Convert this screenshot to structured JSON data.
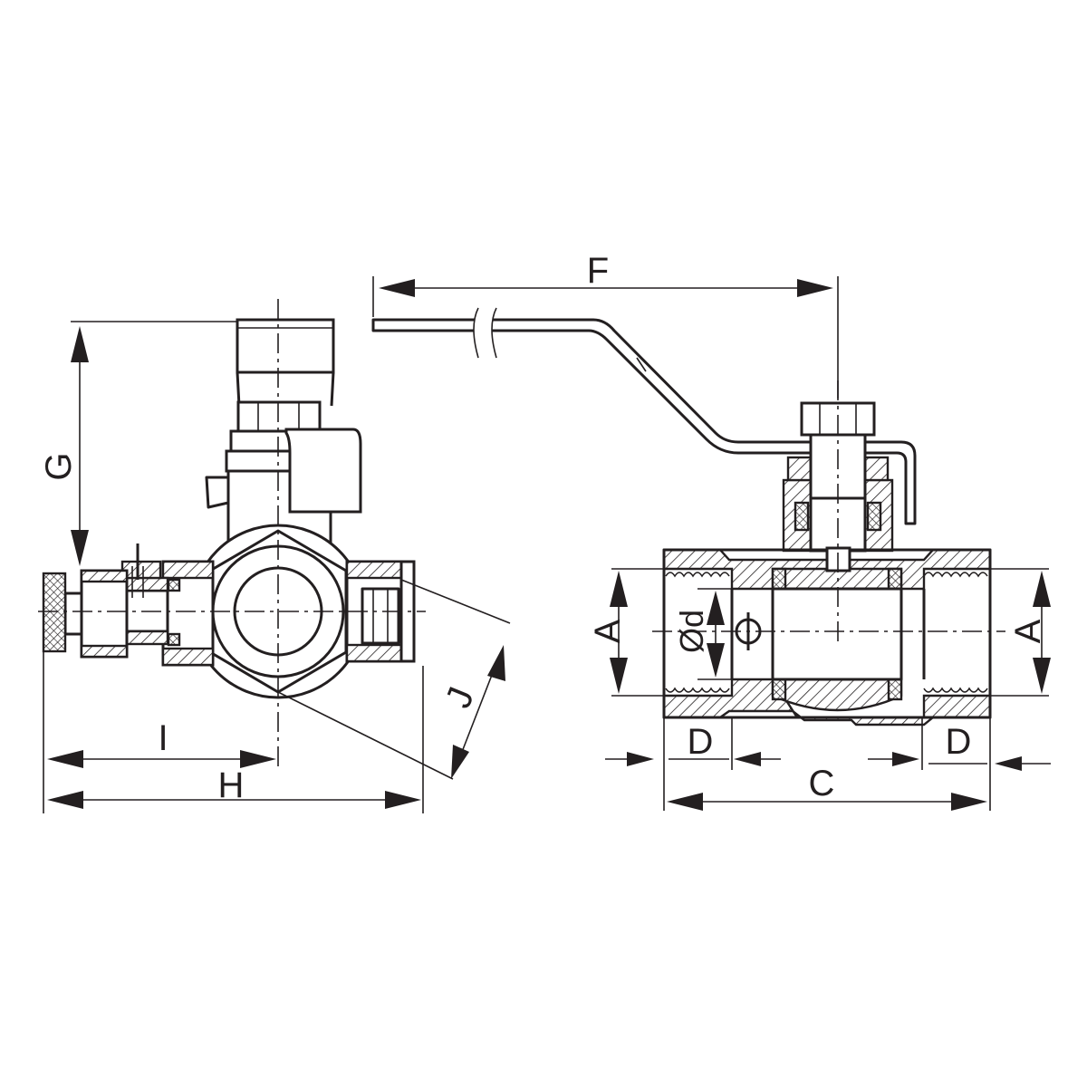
{
  "drawing": {
    "title_hidden": "",
    "colors": {
      "line": "#231f20",
      "background": "#ffffff"
    },
    "side_view": {
      "labels": {
        "G": "G",
        "I": "I",
        "H": "H",
        "J": "J"
      }
    },
    "front_view": {
      "labels": {
        "F": "F",
        "A_left": "A",
        "A_right": "A",
        "d": "Ød",
        "D_left": "D",
        "D_right": "D",
        "C": "C"
      }
    }
  }
}
